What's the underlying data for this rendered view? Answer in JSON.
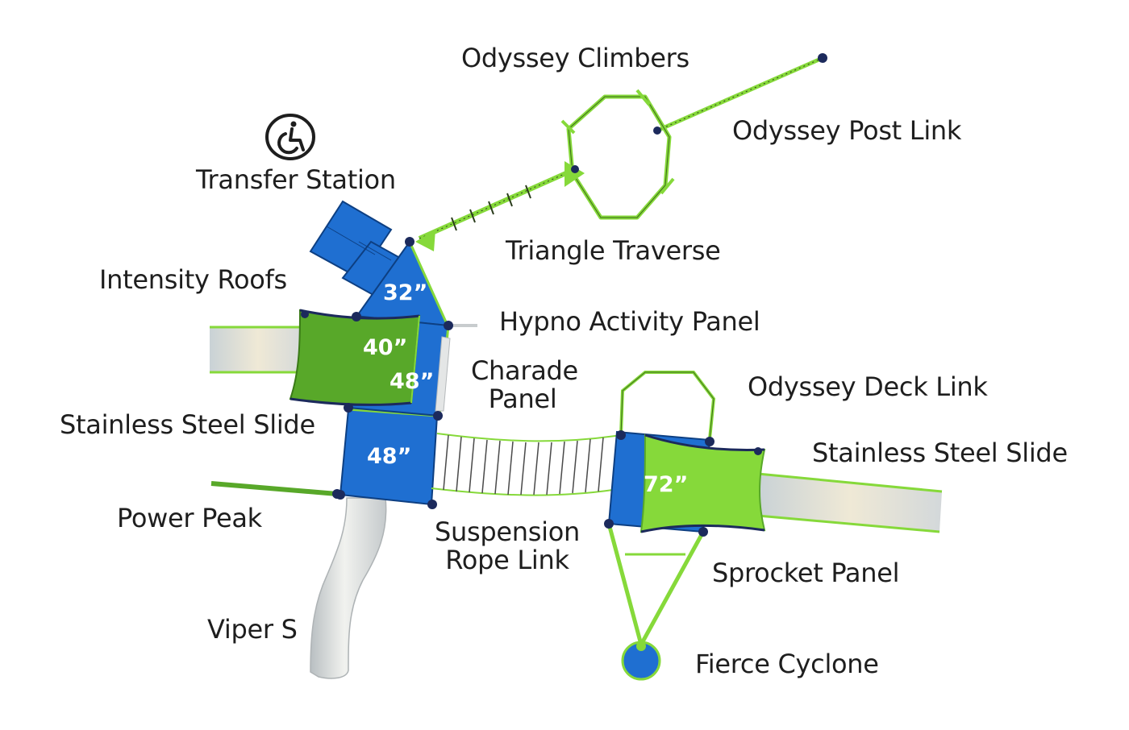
{
  "labels": {
    "odyssey_climbers": "Odyssey Climbers",
    "odyssey_post_link": "Odyssey Post Link",
    "transfer_station": "Transfer Station",
    "triangle_traverse": "Triangle Traverse",
    "intensity_roofs": "Intensity Roofs",
    "hypno_activity_panel": "Hypno Activity Panel",
    "charade_panel_line1": "Charade",
    "charade_panel_line2": "Panel",
    "odyssey_deck_link": "Odyssey Deck Link",
    "stainless_steel_slide_left": "Stainless Steel Slide",
    "stainless_steel_slide_right": "Stainless Steel Slide",
    "power_peak": "Power Peak",
    "suspension_rope_link_line1": "Suspension",
    "suspension_rope_link_line2": "Rope Link",
    "sprocket_panel": "Sprocket Panel",
    "viper_s": "Viper S",
    "fierce_cyclone": "Fierce Cyclone"
  },
  "deck_heights": {
    "h32": "32”",
    "h40": "40”",
    "h48_upper": "48”",
    "h48_lower": "48”",
    "h72": "72”"
  },
  "icons": {
    "accessibility": "wheelchair-accessibility-icon"
  },
  "colors": {
    "deck_blue": "#1f6fd1",
    "roof_green": "#58a829",
    "lime": "#86d93a",
    "post_navy": "#1c2a5c",
    "slide_silver": "#dcdedb",
    "text": "#1e1e1e"
  }
}
